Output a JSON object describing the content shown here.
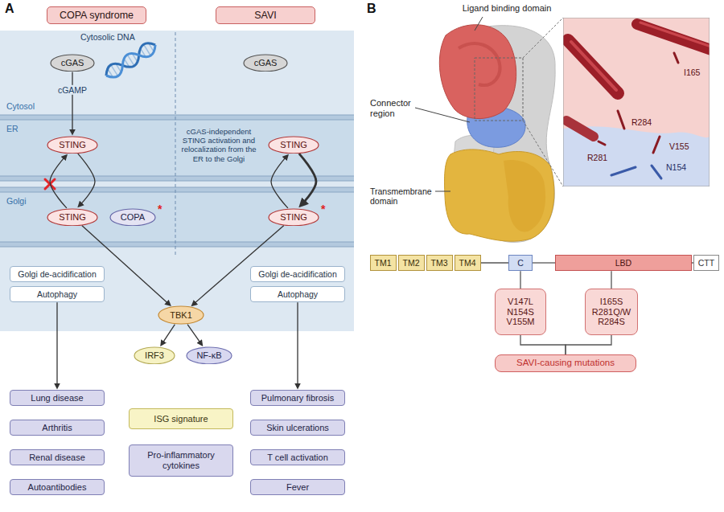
{
  "diagram": {
    "nodes": [
      {
        "text": [
          "COPA syndrome"
        ]
      },
      {
        "text": [
          "SAVI"
        ]
      },
      {
        "text": [
          "cGAS"
        ]
      },
      {
        "text": [
          "cGAS"
        ]
      },
      {
        "text": [
          "STING"
        ]
      },
      {
        "text": [
          "STING"
        ]
      },
      {
        "text": [
          "STING"
        ]
      },
      {
        "text": [
          "COPA"
        ]
      },
      {
        "text": [
          "STING"
        ]
      },
      {
        "text": [
          "Golgi de-acidification"
        ]
      },
      {
        "text": [
          "Golgi de-acidification"
        ]
      },
      {
        "text": [
          "Autophagy"
        ]
      },
      {
        "text": [
          "Autophagy"
        ]
      },
      {
        "text": [
          "TBK1"
        ]
      },
      {
        "text": [
          "IRF3"
        ]
      },
      {
        "text": [
          "NF-κB"
        ]
      },
      {
        "text": [
          "Lung disease"
        ]
      },
      {
        "text": [
          "Pulmonary fibrosis"
        ]
      },
      {
        "text": [
          "ISG signature"
        ]
      },
      {
        "text": [
          "Arthritis"
        ]
      },
      {
        "text": [
          "Skin ulcerations"
        ]
      },
      {
        "text": [
          "Renal disease"
        ]
      },
      {
        "text": [
          "Pro-inflammatory cytokines"
        ]
      },
      {
        "text": [
          "T cell activation"
        ]
      },
      {
        "text": [
          "Autoantibodies"
        ]
      },
      {
        "text": [
          "Fever"
        ]
      },
      {
        "text": [
          "TM1"
        ]
      },
      {
        "text": [
          "TM2"
        ]
      },
      {
        "text": [
          "TM3"
        ]
      },
      {
        "text": [
          "TM4"
        ]
      },
      {
        "text": [
          "C"
        ]
      },
      {
        "text": [
          "LBD"
        ]
      },
      {
        "text": [
          "CTT"
        ]
      },
      {
        "text": [
          "V147L N154S V155M"
        ]
      },
      {
        "text": [
          "I165S R281Q/W R284S"
        ]
      },
      {
        "text": [
          "SAVI-causing mutations"
        ]
      }
    ],
    "edges": [
      {
        "from": 2,
        "to": 4,
        "arrow": "to",
        "label": "cGAMP"
      },
      {
        "from": 4,
        "to": 6,
        "arrow": "to"
      },
      {
        "from": 6,
        "to": 4,
        "arrow": "to"
      },
      {
        "from": 5,
        "to": 8,
        "arrow": "to"
      },
      {
        "from": 8,
        "to": 5,
        "arrow": "to"
      },
      {
        "from": 6,
        "to": 13,
        "arrow": "to"
      },
      {
        "from": 8,
        "to": 13,
        "arrow": "to"
      },
      {
        "from": 13,
        "to": 14,
        "arrow": "to"
      },
      {
        "from": 13,
        "to": 15,
        "arrow": "to"
      },
      {
        "from": 11,
        "to": 16,
        "arrow": "to"
      },
      {
        "from": 12,
        "to": 17,
        "arrow": "to"
      },
      {
        "from": 29,
        "to": 30,
        "arrow": "none"
      },
      {
        "from": 30,
        "to": 31,
        "arrow": "none"
      },
      {
        "from": 31,
        "to": 32,
        "arrow": "none"
      },
      {
        "from": 30,
        "to": 33,
        "arrow": "none"
      },
      {
        "from": 31,
        "to": 34,
        "arrow": "none"
      },
      {
        "from": 33,
        "to": 35,
        "arrow": "none"
      },
      {
        "from": 34,
        "to": 35,
        "arrow": "none"
      }
    ],
    "labels": [
      "A",
      "B",
      "Cytosolic DNA",
      "Cytosol",
      "ER",
      "Golgi",
      "cGAS-independent STING activation and relocalization from the ER to the Golgi",
      "*",
      "*",
      "Ligand binding domain",
      "Connector region",
      "Transmembrane domain",
      "I165",
      "R284",
      "V155",
      "N154",
      "R281"
    ]
  }
}
